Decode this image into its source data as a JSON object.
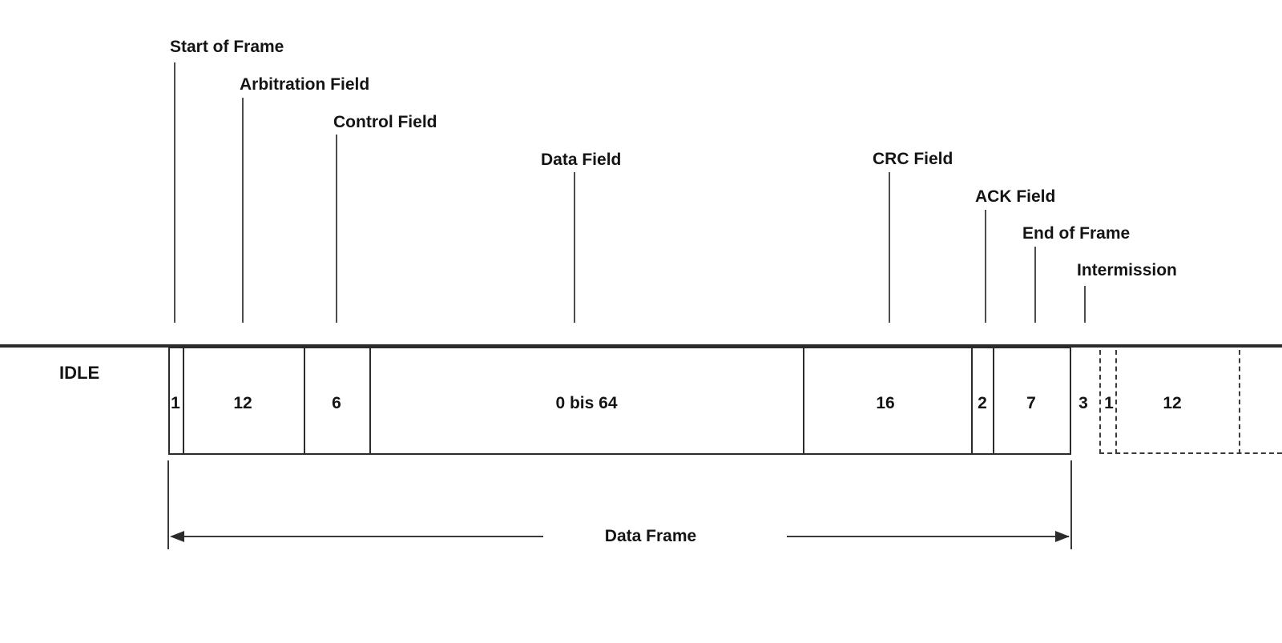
{
  "diagram": {
    "idle_label": "IDLE",
    "fields": [
      {
        "label": "Start of Frame",
        "bits": "1"
      },
      {
        "label": "Arbitration Field",
        "bits": "12"
      },
      {
        "label": "Control Field",
        "bits": "6"
      },
      {
        "label": "Data Field",
        "bits": "0 bis 64"
      },
      {
        "label": "CRC Field",
        "bits": "16"
      },
      {
        "label": "ACK Field",
        "bits": "2"
      },
      {
        "label": "End of Frame",
        "bits": "7"
      },
      {
        "label": "Intermission",
        "bits": "3"
      }
    ],
    "next_frame_fields": [
      {
        "bits": "1"
      },
      {
        "bits": "12"
      }
    ],
    "span_label": "Data Frame",
    "colors": {
      "line": "#2b2b2b",
      "leader_line": "#4d4d4d",
      "text": "#141414",
      "background": "#ffffff"
    }
  }
}
